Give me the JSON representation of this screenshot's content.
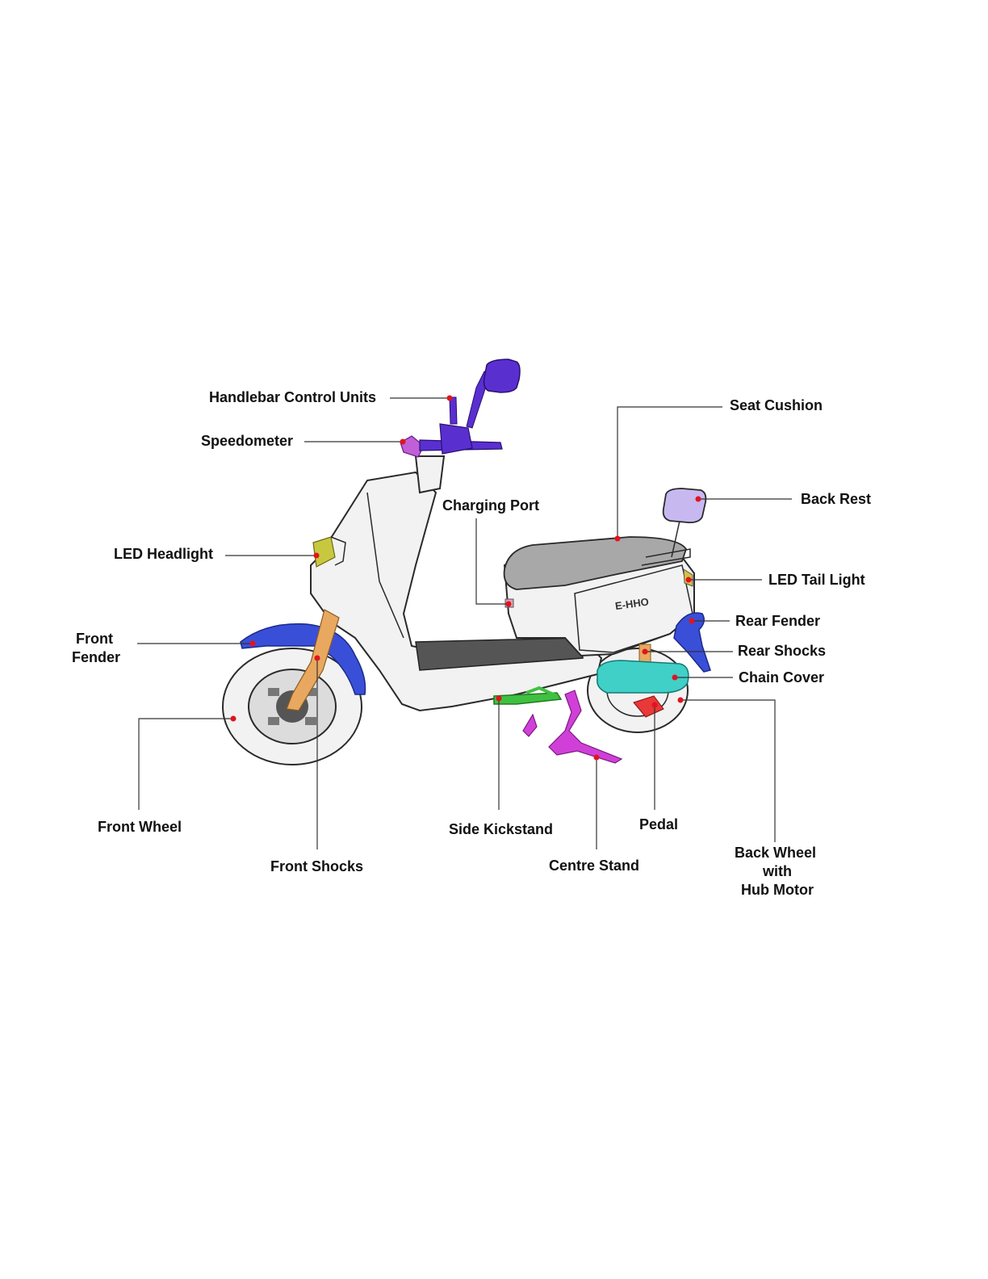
{
  "brand": "E-HHO",
  "colors": {
    "marker": "#e0141e",
    "fender": "#3a4fd8",
    "handlebar": "#5a2fd0",
    "speedometer": "#c060d8",
    "shocks": "#e8a860",
    "kickstand": "#40c040",
    "centre_stand": "#d040d8",
    "chain_cover": "#40d0c8",
    "pedal": "#e83838",
    "headlight": "#c8c840",
    "tail_light": "#d8c040",
    "back_rest": "#c8b8f0",
    "seat": "#a8a8a8"
  },
  "labels": {
    "handlebar": "Handlebar Control Units",
    "speedometer": "Speedometer",
    "seat": "Seat Cushion",
    "charging": "Charging Port",
    "back_rest": "Back Rest",
    "headlight": "LED Headlight",
    "tail_light": "LED Tail Light",
    "rear_fender": "Rear Fender",
    "front_fender_1": "Front",
    "front_fender_2": "Fender",
    "rear_shocks": "Rear Shocks",
    "chain_cover": "Chain Cover",
    "front_wheel": "Front Wheel",
    "side_kickstand": "Side Kickstand",
    "pedal": "Pedal",
    "back_wheel_1": "Back Wheel",
    "back_wheel_2": "with",
    "back_wheel_3": "Hub Motor",
    "front_shocks": "Front Shocks",
    "centre_stand": "Centre Stand"
  }
}
